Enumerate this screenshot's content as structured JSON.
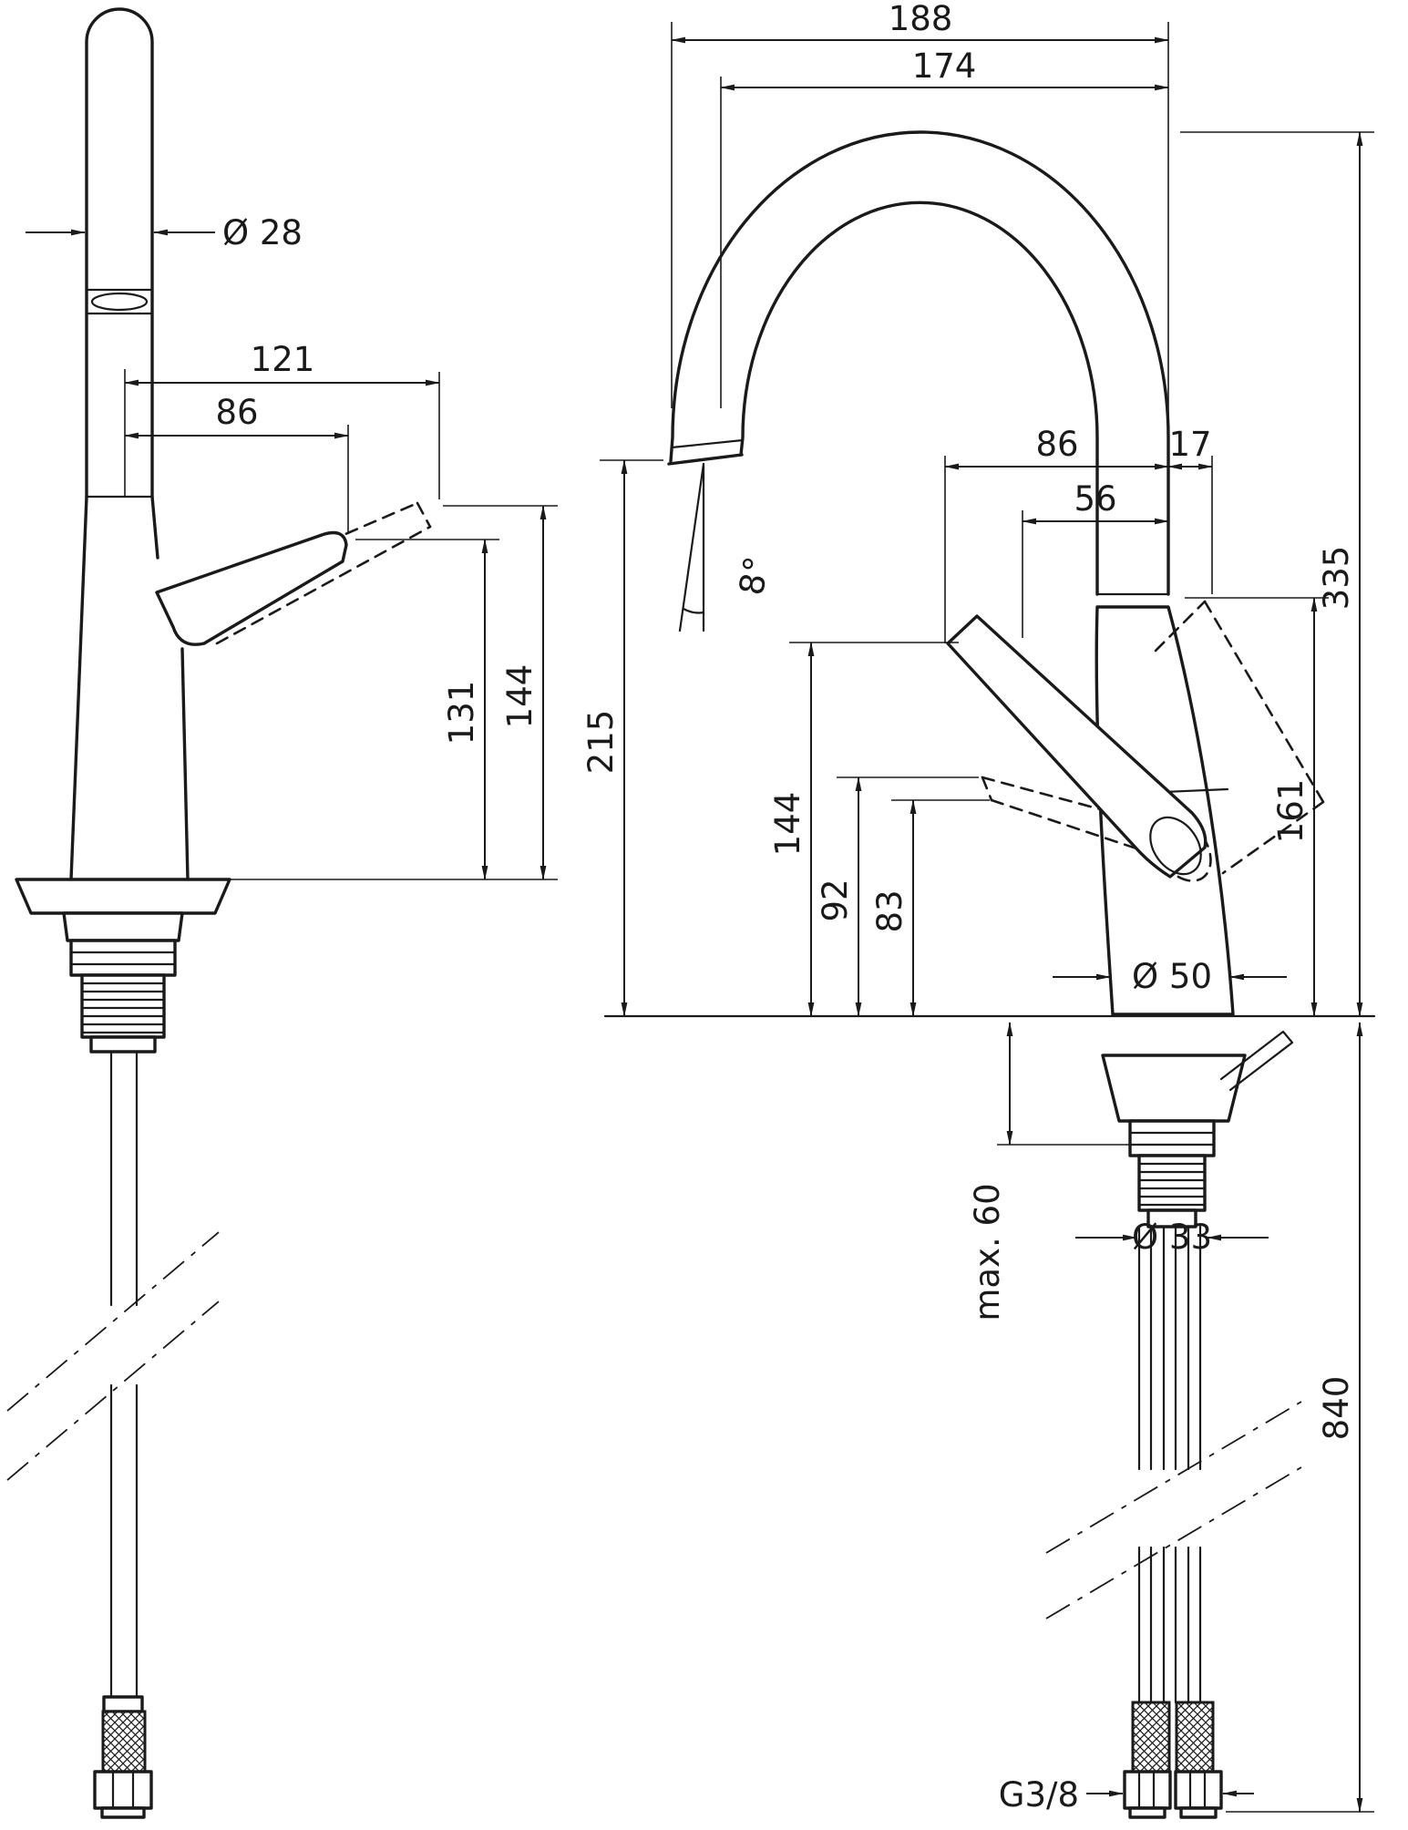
{
  "colors": {
    "line": "#1a1a1a",
    "background": "#ffffff"
  },
  "left_view": {
    "dims": {
      "spout_diameter": "Ø 28",
      "reach_open": "121",
      "reach_closed": "86",
      "height_closed": "131",
      "height_open": "144"
    }
  },
  "right_view": {
    "dims": {
      "overall_width": "188",
      "spout_reach": "174",
      "offset_86": "86",
      "offset_17": "17",
      "offset_56": "56",
      "outlet_angle": "8°",
      "spout_height": "335",
      "outlet_height": "215",
      "height_144": "144",
      "height_92": "92",
      "height_83": "83",
      "handle_height": "161",
      "base_diameter": "Ø 50",
      "shank_diameter": "Ø 33",
      "max_counter_thickness": "max. 60",
      "hose_length": "840",
      "connection_thread": "G3/8"
    }
  }
}
